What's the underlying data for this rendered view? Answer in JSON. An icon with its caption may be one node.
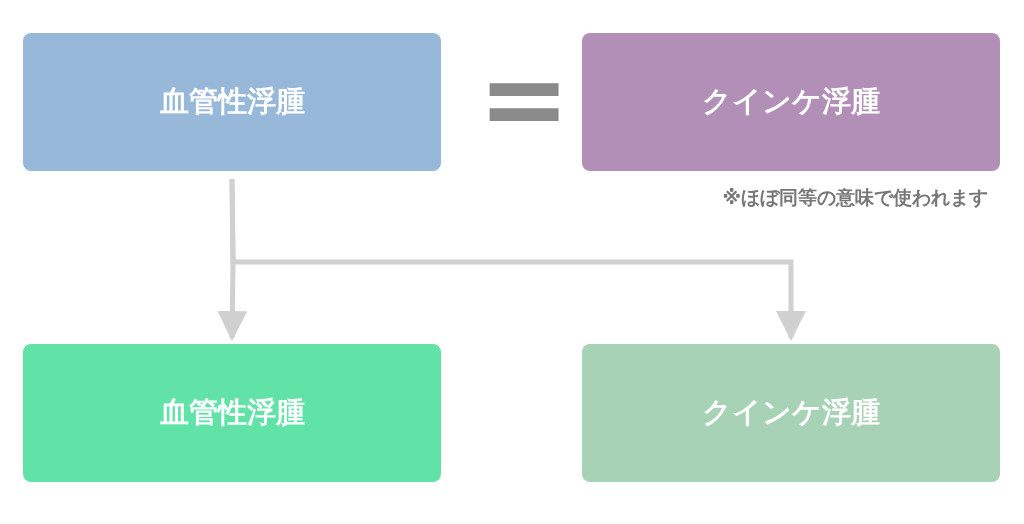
{
  "diagram": {
    "nodes": [
      {
        "text": [
          "血管性浮腫"
        ]
      },
      {
        "text": [
          "クインケ浮腫"
        ],
        "beside": [
          "※ほぼ同等の意味で使われます"
        ]
      },
      {
        "text": [
          "血管性浮腫"
        ]
      },
      {
        "text": [
          "クインケ浮腫"
        ]
      }
    ],
    "edges": [
      {
        "from": 0,
        "to": 2,
        "arrow": "to"
      },
      {
        "from": 0,
        "to": 3,
        "arrow": "to"
      }
    ],
    "labels": [
      "="
    ]
  }
}
